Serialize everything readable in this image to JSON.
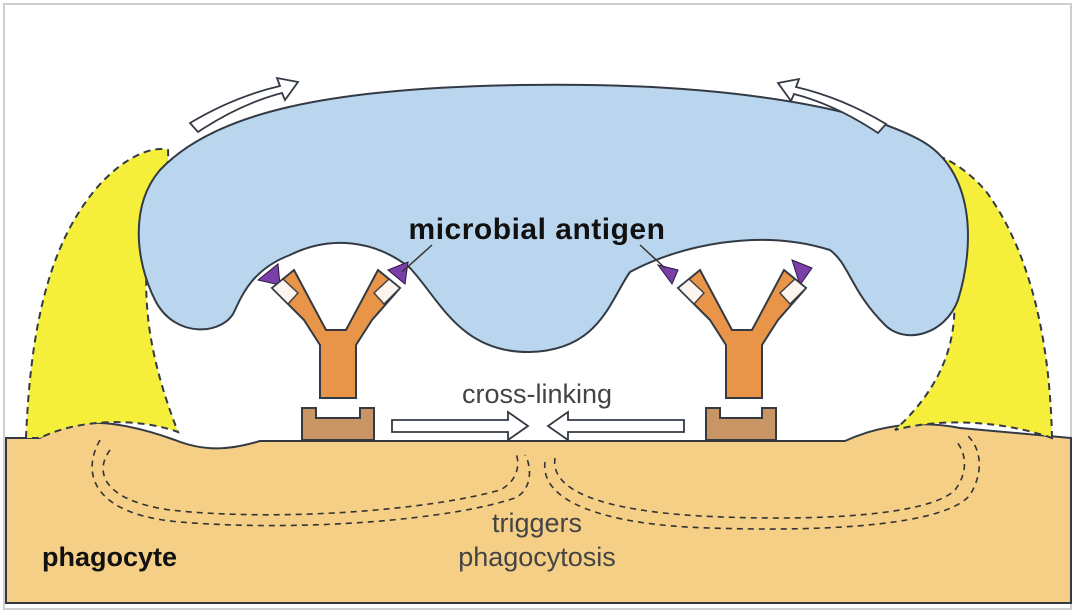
{
  "labels": {
    "microbial_antigen": "microbial antigen",
    "cross_linking": "cross-linking",
    "triggers_line1": "triggers",
    "triggers_line2": "phagocytosis",
    "phagocyte": "phagocyte"
  },
  "colors": {
    "microbe": "#b9d6ee",
    "cell": "#f5cf86",
    "pseudopod": "#f5ee3a",
    "antibody": "#e8954a",
    "receptor": "#c99564",
    "antigen": "#7a3fa8",
    "outline": "#333a44",
    "text_bold": "#111111",
    "text_light": "#444444"
  }
}
